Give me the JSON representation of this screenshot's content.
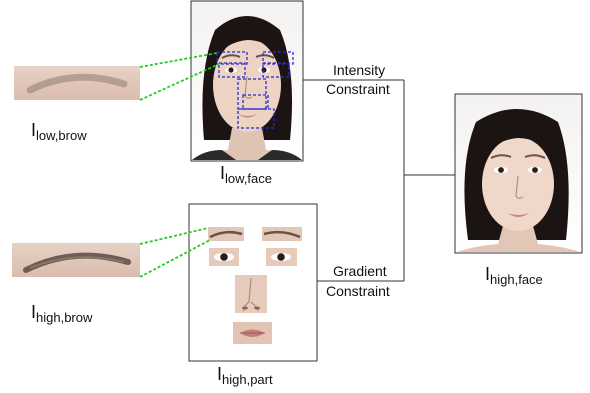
{
  "labels": {
    "low_brow": {
      "main": "I",
      "sub": "low,brow"
    },
    "low_face": {
      "main": "I",
      "sub": "low,face"
    },
    "high_brow": {
      "main": "I",
      "sub": "high,brow"
    },
    "high_part": {
      "main": "I",
      "sub": "high,part"
    },
    "high_face": {
      "main": "I",
      "sub": "high,face"
    }
  },
  "constraints": {
    "intensity": [
      "Intensity",
      "Constraint"
    ],
    "gradient": [
      "Gradient",
      "Constraint"
    ]
  },
  "colors": {
    "skin": "#e8cfc0",
    "hair": "#1c1412",
    "dashed_box": "#2a2ad6",
    "dotted_link": "#22cc22",
    "frame": "#333333"
  }
}
